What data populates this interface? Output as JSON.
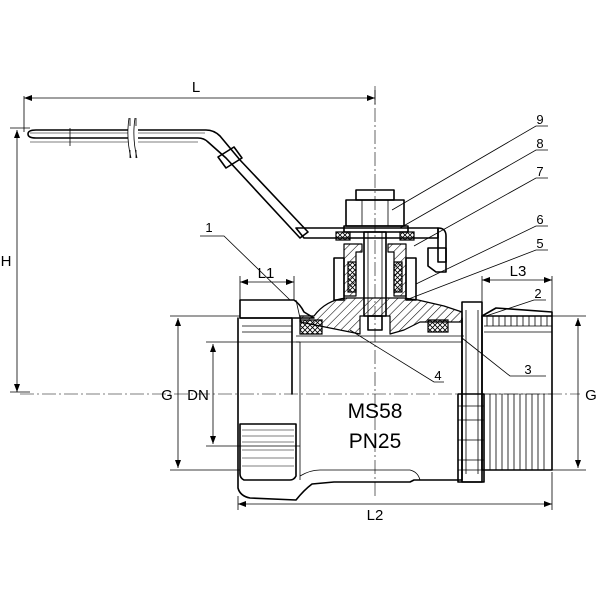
{
  "dimensions": {
    "overall_length": "L",
    "height": "H",
    "handle_side_thread_length": "L1",
    "body_length": "L2",
    "male_thread_length": "L3",
    "thread_left": "G",
    "thread_right": "G",
    "nominal_diameter": "DN"
  },
  "parts": [
    "1",
    "2",
    "3",
    "4",
    "5",
    "6",
    "7",
    "8",
    "9"
  ],
  "body_marking": {
    "material": "MS58",
    "pressure": "PN25"
  }
}
